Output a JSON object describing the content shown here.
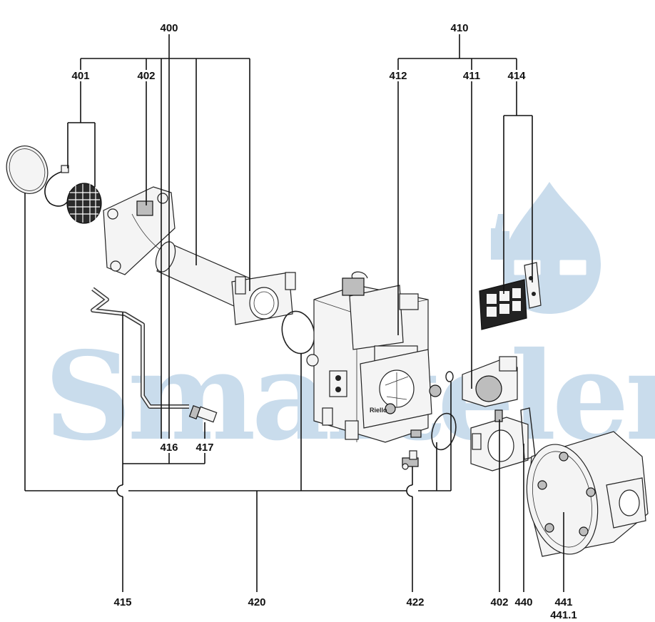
{
  "callouts": {
    "c400": "400",
    "c401": "401",
    "c402a": "402",
    "c402b": "402",
    "c410": "410",
    "c411": "411",
    "c412": "412",
    "c414": "414",
    "c415": "415",
    "c416": "416",
    "c417": "417",
    "c420": "420",
    "c422": "422",
    "c440": "440",
    "c441": "441",
    "c4411": "441.1",
    "valve_mark": "Riello"
  },
  "watermark": {
    "text": "Smartelem",
    "color": "#c9dcec"
  }
}
